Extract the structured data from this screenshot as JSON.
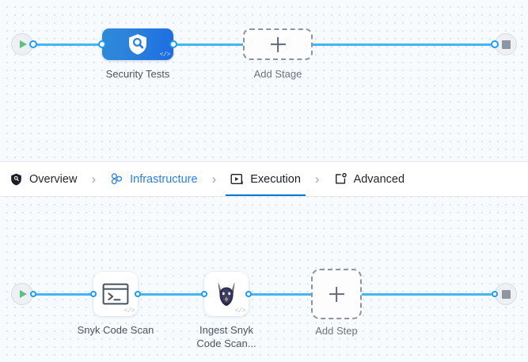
{
  "tabs": {
    "items": [
      {
        "label": "Overview",
        "icon": "shield-icon",
        "active": false,
        "link": false
      },
      {
        "label": "Infrastructure",
        "icon": "cluster-nodes-icon",
        "active": false,
        "link": true
      },
      {
        "label": "Execution",
        "icon": "play-box-icon",
        "active": true,
        "link": false
      },
      {
        "label": "Advanced",
        "icon": "settings-box-icon",
        "active": false,
        "link": false
      }
    ],
    "separator": "›",
    "active_underline_color": "#0278d5",
    "link_color": "#2a7fe0"
  },
  "stage_graph": {
    "start_node": {
      "name": "pipeline-start",
      "icon": "play-icon"
    },
    "end_node": {
      "name": "pipeline-end",
      "icon": "stop-icon"
    },
    "nodes": [
      {
        "id": "security-tests",
        "label": "Security Tests",
        "type": "stage",
        "icon": "security-shield-scan-icon",
        "badge": "</>",
        "color_start": "#2e8ada",
        "color_end": "#1d6ce2"
      },
      {
        "id": "add-stage",
        "label": "Add Stage",
        "type": "add",
        "icon": "plus-icon"
      }
    ]
  },
  "step_graph": {
    "start_node": {
      "name": "execution-start",
      "icon": "play-icon"
    },
    "end_node": {
      "name": "execution-end",
      "icon": "stop-icon"
    },
    "nodes": [
      {
        "id": "snyk-code-scan",
        "label": "Snyk Code Scan",
        "type": "step",
        "icon": "terminal-icon",
        "badge": "</>"
      },
      {
        "id": "ingest-snyk-code-scan",
        "label": "Ingest Snyk\nCode Scan...",
        "type": "step",
        "icon": "snyk-doberman-icon",
        "badge": "</>"
      },
      {
        "id": "add-step",
        "label": "Add Step",
        "type": "add",
        "icon": "plus-icon"
      }
    ]
  },
  "canvas": {
    "background_color": "#f7fbfe",
    "grid_dot_color": "#d3dfe9",
    "edge_color": "#43b4f4",
    "connector_ring_color": "#1e9cf0"
  }
}
